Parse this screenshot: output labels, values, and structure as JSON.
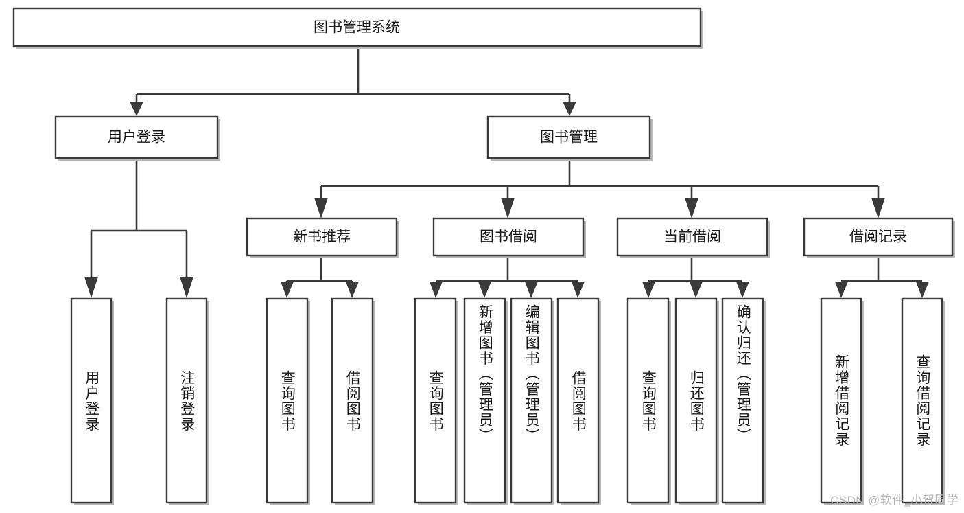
{
  "diagram": {
    "title": "图书管理系统",
    "type": "hierarchy-tree",
    "watermark": "CSDN @软件_小贺同学",
    "colors": {
      "stroke": "#3a3a3a",
      "fill": "#ffffff",
      "text": "#1a1a1a",
      "watermark": "#b6b6b6"
    },
    "root": {
      "label": "图书管理系统"
    },
    "level1": [
      {
        "label": "用户登录"
      },
      {
        "label": "图书管理"
      }
    ],
    "level2": [
      {
        "label": "新书推荐"
      },
      {
        "label": "图书借阅"
      },
      {
        "label": "当前借阅"
      },
      {
        "label": "借阅记录"
      }
    ],
    "leaves": {
      "user_login": [
        {
          "label": "用户登录"
        },
        {
          "label": "注销登录"
        }
      ],
      "new_book": [
        {
          "label": "查询图书"
        },
        {
          "label": "借阅图书"
        }
      ],
      "book_borrow": [
        {
          "label": "查询图书"
        },
        {
          "label": "新增图书（管理员）"
        },
        {
          "label": "编辑图书（管理员）"
        },
        {
          "label": "借阅图书"
        }
      ],
      "current_borrow": [
        {
          "label": "查询图书"
        },
        {
          "label": "归还图书"
        },
        {
          "label": "确认归还（管理员）"
        }
      ],
      "borrow_record": [
        {
          "label": "新增借阅记录"
        },
        {
          "label": "查询借阅记录"
        }
      ]
    }
  }
}
